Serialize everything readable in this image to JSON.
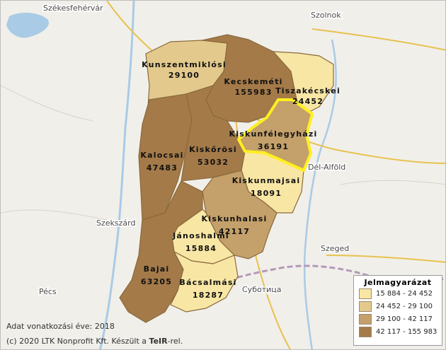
{
  "cities": {
    "szekesfehervar": "Székesfehérvár",
    "szolnok": "Szolnok",
    "szekszard": "Szekszárd",
    "del_alfold": "Dél-Alföld",
    "szeged": "Szeged",
    "pecs": "Pécs",
    "subotica": "Суботица"
  },
  "districts": [
    {
      "name": "Kunszentmiklósi",
      "value": "29100",
      "category": 2
    },
    {
      "name": "Kecskeméti",
      "value": "155983",
      "category": 4
    },
    {
      "name": "Tiszakécskei",
      "value": "24452",
      "category": 1
    },
    {
      "name": "Kiskunfélegyházi",
      "value": "36191",
      "category": 3,
      "selected": true
    },
    {
      "name": "Kalocsai",
      "value": "47483",
      "category": 4
    },
    {
      "name": "Kiskőrösi",
      "value": "53032",
      "category": 4
    },
    {
      "name": "Kiskunmajsai",
      "value": "18091",
      "category": 1
    },
    {
      "name": "Kiskunhalasi",
      "value": "42117",
      "category": 3
    },
    {
      "name": "Jánoshalmi",
      "value": "15884",
      "category": 1
    },
    {
      "name": "Bajai",
      "value": "63205",
      "category": 4
    },
    {
      "name": "Bácsalmási",
      "value": "18287",
      "category": 1
    }
  ],
  "legend": {
    "title": "Jelmagyarázat",
    "items": [
      {
        "label": "15 884 - 24 452",
        "color": "#f8e6a5"
      },
      {
        "label": "24 452 - 29 100",
        "color": "#e3c98c"
      },
      {
        "label": "29 100 - 42 117",
        "color": "#c4a06a"
      },
      {
        "label": "42 117 - 155 983",
        "color": "#a47a49"
      }
    ]
  },
  "colors": {
    "selected_outline": "#ffef20",
    "background": "#f1efea",
    "water": "#a9cbe6",
    "roads": "#e7c24e"
  },
  "footer": {
    "year_note": "Adat vonatkozási éve: 2018",
    "copyright_prefix": "(c) 2020 LTK Nonprofit Kft. Készült a ",
    "copyright_brand": "TeIR",
    "copyright_suffix": "-rel."
  }
}
